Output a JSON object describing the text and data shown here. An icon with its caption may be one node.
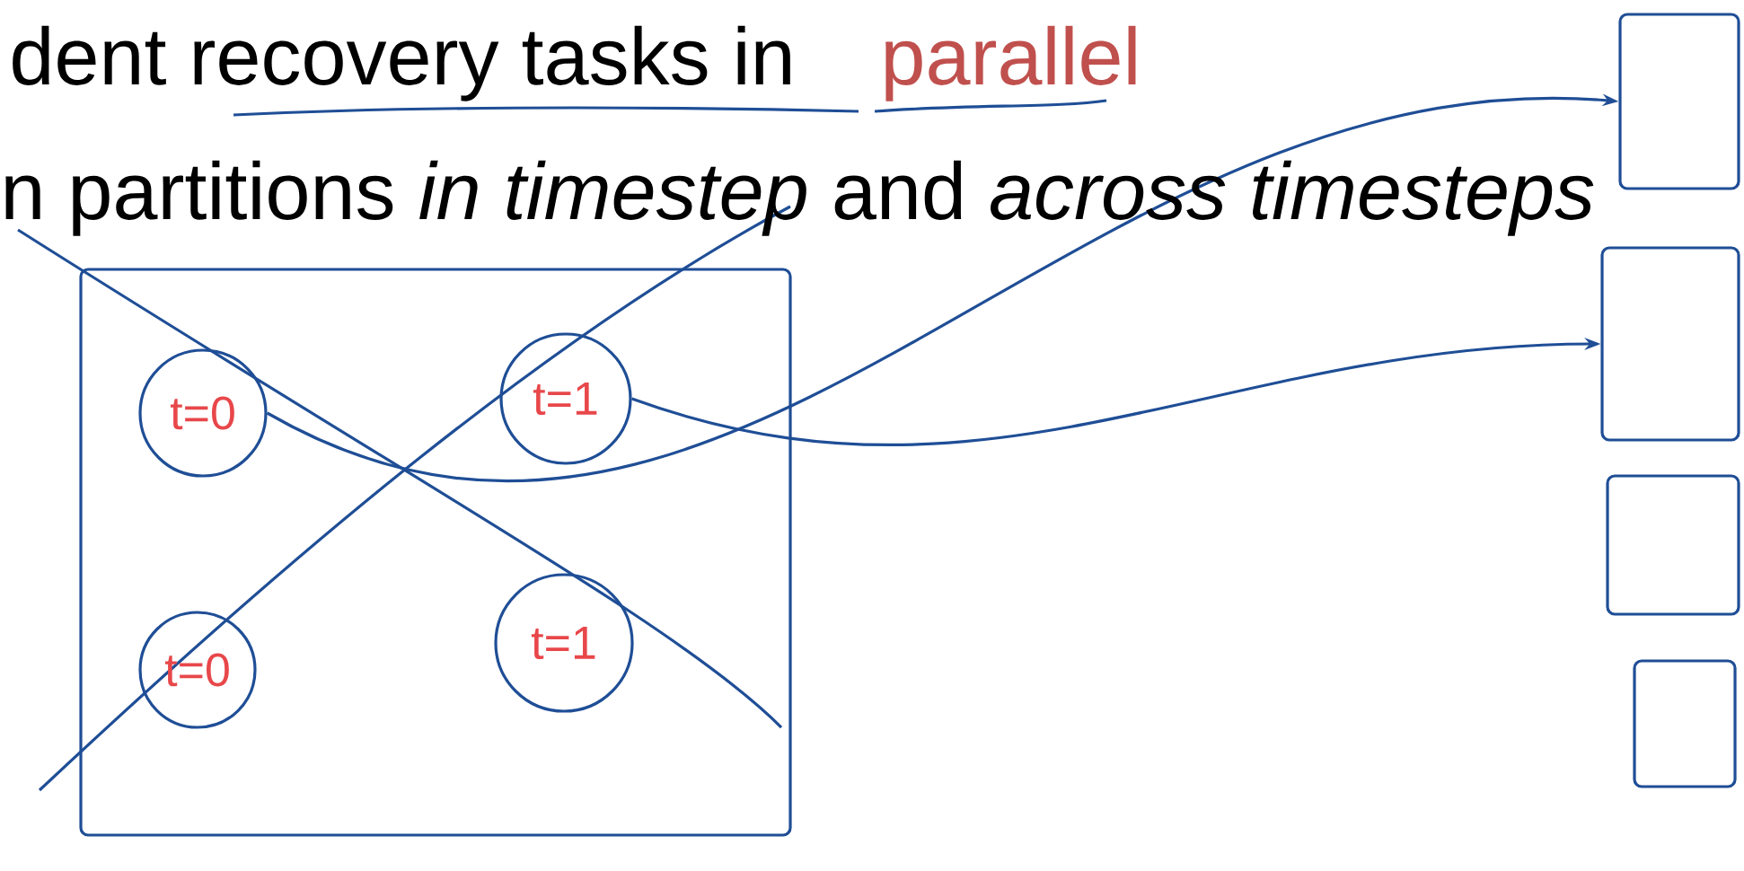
{
  "diagram": {
    "nodes": [
      {
        "text": [],
        "shape": "box"
      },
      {
        "text": [
          "t=0"
        ],
        "in": 0
      },
      {
        "text": [
          "t=1"
        ],
        "in": 0
      },
      {
        "text": [
          "t=0"
        ],
        "in": 0
      },
      {
        "text": [
          "t=1"
        ],
        "in": 0
      },
      {
        "text": [],
        "shape": "box"
      },
      {
        "text": [],
        "shape": "box"
      },
      {
        "text": [],
        "shape": "box"
      },
      {
        "text": [],
        "shape": "box"
      }
    ],
    "edges": [
      {
        "from": 1,
        "to": 5,
        "arrow": "to"
      },
      {
        "from": 2,
        "to": 6,
        "arrow": "to"
      }
    ],
    "labels": [
      "dent recovery tasks in",
      "parallel",
      "n partitions *in timestep* and *across timesteps*"
    ]
  }
}
